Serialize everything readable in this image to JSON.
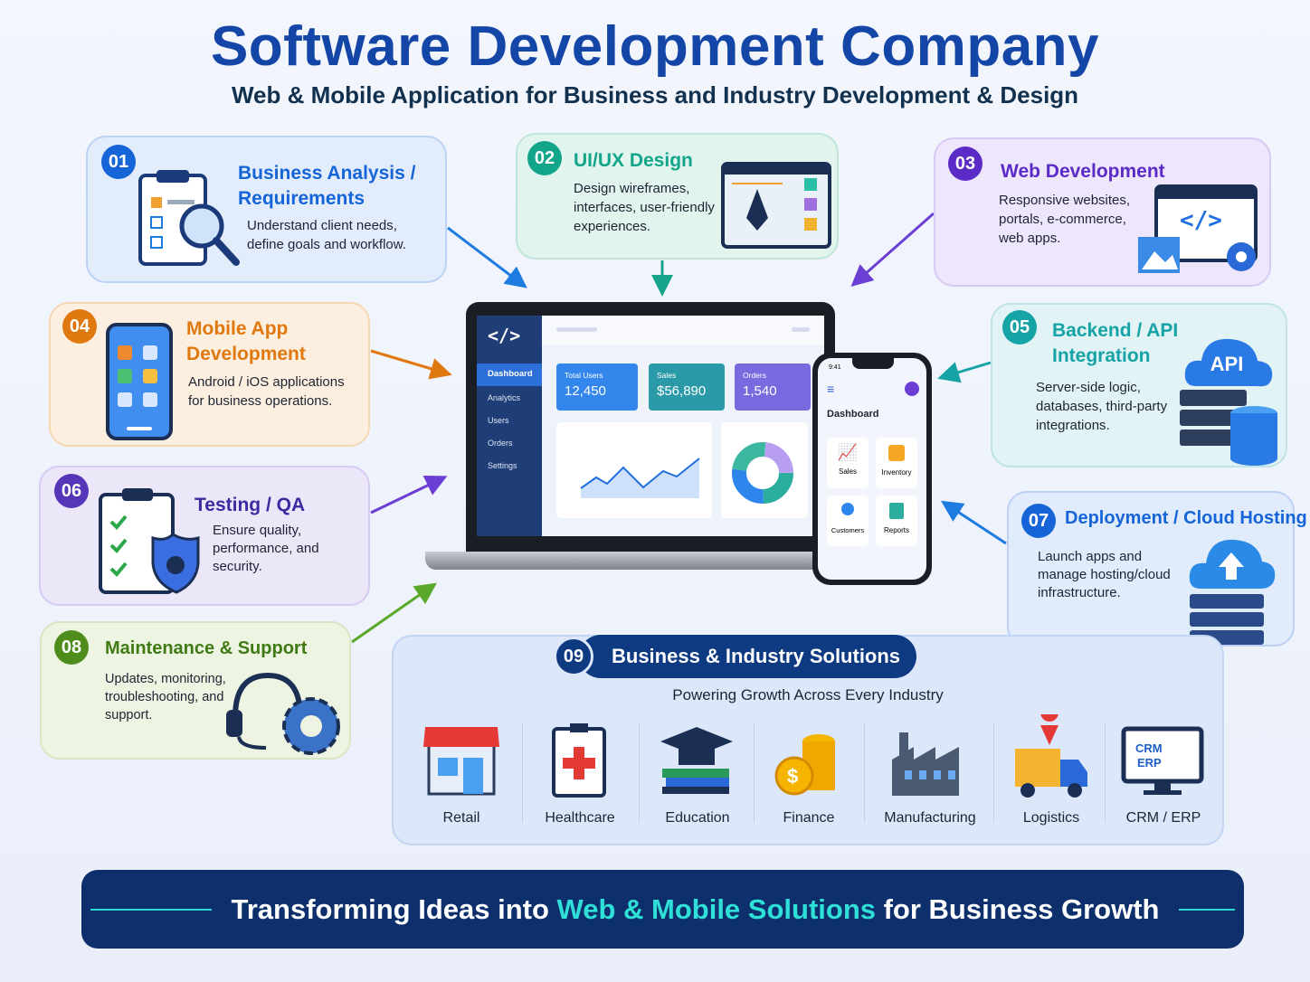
{
  "header": {
    "title": "Software Development Company",
    "subtitle": "Web & Mobile Application for Business and Industry Development & Design"
  },
  "cards": [
    {
      "num": "01",
      "title": "Business Analysis / Requirements",
      "desc": "Understand client needs, define goals and workflow.",
      "color": "#1565d8"
    },
    {
      "num": "02",
      "title": "UI/UX Design",
      "desc": "Design wireframes, interfaces, user-friendly experiences.",
      "color": "#12a58a"
    },
    {
      "num": "03",
      "title": "Web Development",
      "desc": "Responsive websites, portals, e-commerce, web apps.",
      "color": "#5b2bc7"
    },
    {
      "num": "04",
      "title": "Mobile App Development",
      "desc": "Android / iOS applications for business operations.",
      "color": "#e07810"
    },
    {
      "num": "05",
      "title": "Backend / API Integration",
      "desc": "Server-side logic, databases, third-party integrations.",
      "color": "#16a3a6",
      "badge": "API"
    },
    {
      "num": "06",
      "title": "Testing / QA",
      "desc": "Ensure quality, performance, and security.",
      "color": "#5636b8"
    },
    {
      "num": "07",
      "title": "Deployment / Cloud Hosting",
      "desc": "Launch apps and manage hosting/cloud infrastructure.",
      "color": "#1565d8"
    },
    {
      "num": "08",
      "title": "Maintenance & Support",
      "desc": "Updates, monitoring, troubleshooting, and support.",
      "color": "#4e8c1c"
    }
  ],
  "laptop": {
    "sidebar": [
      "Dashboard",
      "Analytics",
      "Users",
      "Orders",
      "Settings"
    ],
    "stats": [
      {
        "label": "Total Users",
        "value": "12,450"
      },
      {
        "label": "Sales",
        "value": "$56,890"
      },
      {
        "label": "Orders",
        "value": "1,540"
      }
    ]
  },
  "phone": {
    "time": "9:41",
    "title": "Dashboard",
    "tiles": [
      "Sales",
      "Inventory",
      "Customers",
      "Reports"
    ]
  },
  "solutions": {
    "num": "09",
    "title": "Business & Industry Solutions",
    "subtitle": "Powering Growth Across Every Industry",
    "industries": [
      "Retail",
      "Healthcare",
      "Education",
      "Finance",
      "Manufacturing",
      "Logistics",
      "CRM / ERP"
    ],
    "crm_icon": [
      "CRM",
      "ERP"
    ]
  },
  "banner": {
    "pre": "Transforming Ideas into ",
    "highlight": "Web & Mobile Solutions",
    "post": " for Business Growth",
    "highlight_color": "#2fe0d8"
  }
}
